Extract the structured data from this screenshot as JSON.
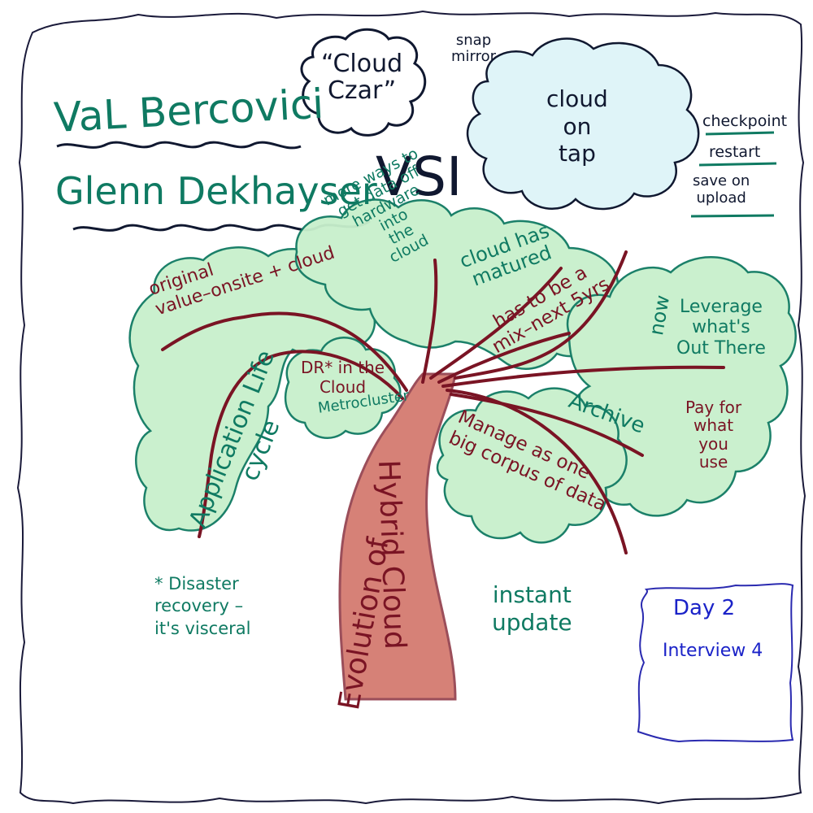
{
  "colors": {
    "teal": "#0f7a62",
    "navy": "#101830",
    "maroon": "#7a1424",
    "trunk": "#c9574a",
    "blue": "#1a22c8",
    "foliage_fill": "#a8e8b0",
    "foliage_edge": "#0f7a62",
    "sky_fill": "#dff4f8"
  },
  "header": {
    "name1": "VaL Bercovici",
    "name2": "Glenn Dekhayser",
    "company": "VSI"
  },
  "bubbles": {
    "cloud_czar": "“Cloud\nCzar”",
    "snap_mirror": "snap\nmirror",
    "cloud_on_tap": "cloud\non\ntap"
  },
  "side_list": [
    "checkpoint",
    "restart",
    "save on\nupload"
  ],
  "tree": {
    "trunk_label_left": "Evolution of",
    "trunk_label_right": "Hybrid Cloud",
    "branches": {
      "original_value": "original\nvalue–onsite + cloud",
      "application_life_cycle": "Application Life\ncycle",
      "dr_in_cloud": "DR* in the\nCloud",
      "metrocluster": "Metrocluster",
      "more_ways": "more ways to\nget data off\nhardware\ninto\nthe\ncloud",
      "cloud_has_matured": "cloud has\nmatured",
      "has_to_be_a_mix": "has to be a\nmix–next 5yrs",
      "now": "now",
      "leverage": "Leverage\nwhat's\nOut There",
      "archive": "Archive",
      "pay_for_what_you_use": "Pay for\nwhat\nyou\nuse",
      "manage_as_one": "Manage as one\nbig corpus of data"
    }
  },
  "notes": {
    "disaster_recovery": "* Disaster\nrecovery –\nit's visceral",
    "instant_update": "instant\nupdate"
  },
  "stamp": {
    "day": "Day 2",
    "interview": "Interview 4"
  }
}
